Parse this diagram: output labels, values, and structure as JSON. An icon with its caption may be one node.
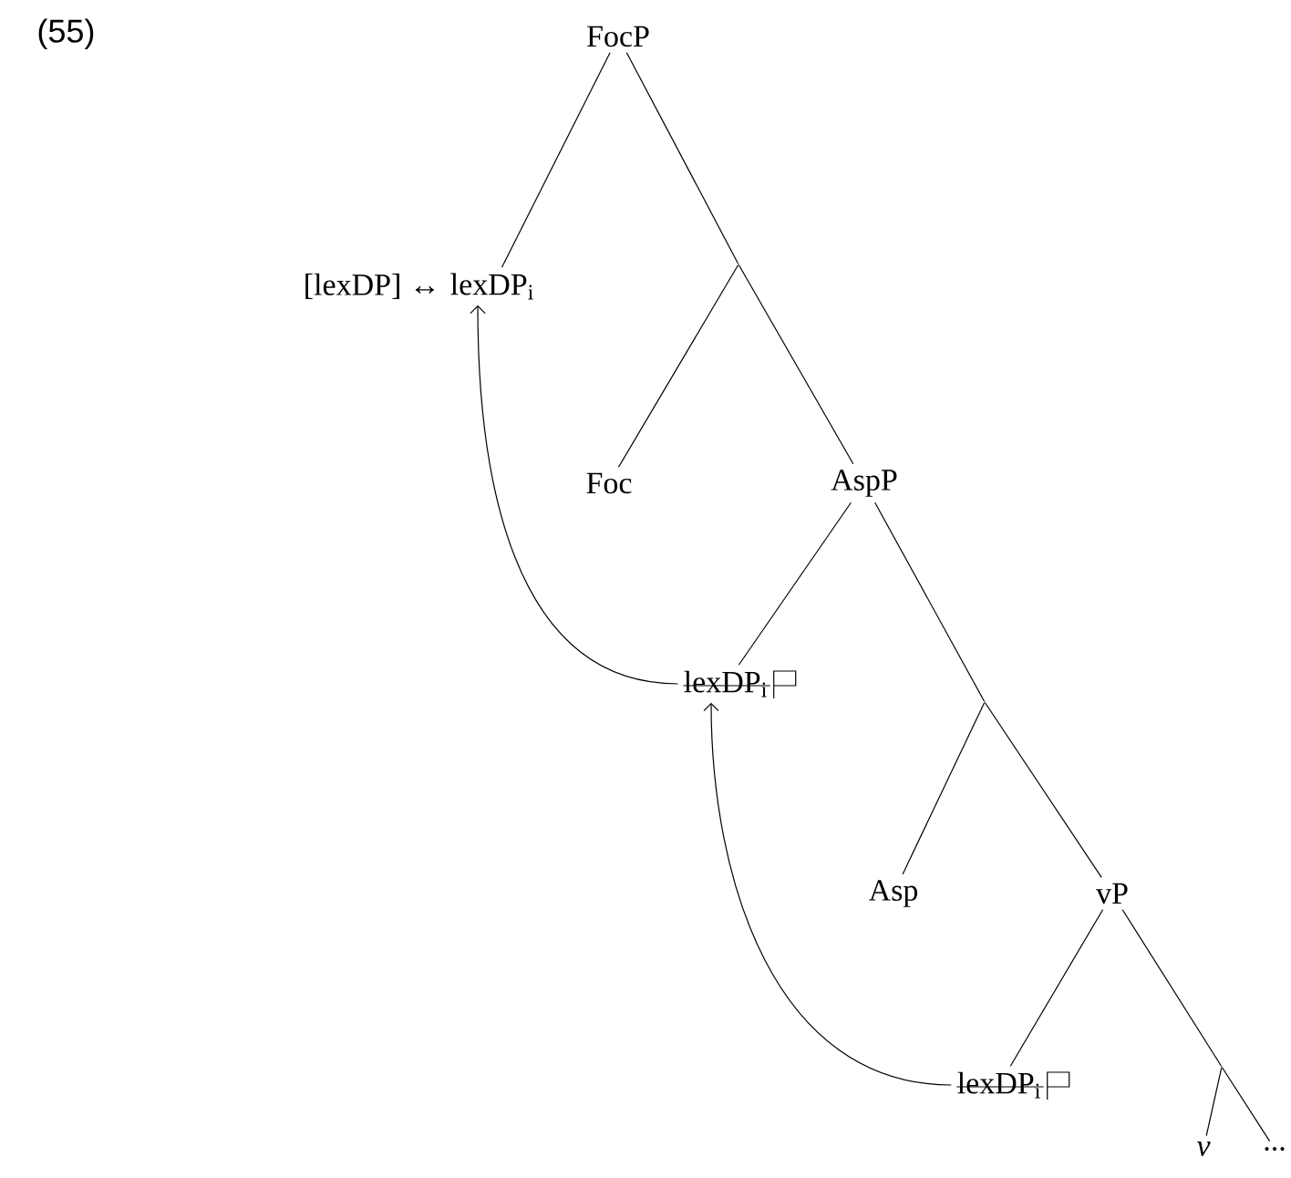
{
  "diagram": {
    "nodes": [
      {
        "text": [
          "FocP"
        ]
      },
      {
        "text": [
          "lexDP$_{i}$"
        ],
        "beside": [
          "[lexDP] ↔"
        ]
      },
      {
        "text": [],
        "shape": "point"
      },
      {
        "text": [
          "Foc"
        ]
      },
      {
        "text": [
          "AspP"
        ]
      },
      {
        "text": [
          "lexDP$_{i}$"
        ]
      },
      {
        "text": [],
        "shape": "point"
      },
      {
        "text": [
          "Asp"
        ]
      },
      {
        "text": [
          "vP"
        ]
      },
      {
        "text": [
          "lexDP$_{i}$"
        ]
      },
      {
        "text": [],
        "shape": "point"
      },
      {
        "text": [
          "v"
        ]
      },
      {
        "text": [
          "..."
        ]
      }
    ],
    "edges": [
      {
        "from": 0,
        "to": 1,
        "arrow": "none"
      },
      {
        "from": 0,
        "to": 2,
        "arrow": "none"
      },
      {
        "from": 2,
        "to": 3,
        "arrow": "none"
      },
      {
        "from": 2,
        "to": 4,
        "arrow": "none"
      },
      {
        "from": 4,
        "to": 5,
        "arrow": "none"
      },
      {
        "from": 4,
        "to": 6,
        "arrow": "none"
      },
      {
        "from": 6,
        "to": 7,
        "arrow": "none"
      },
      {
        "from": 6,
        "to": 8,
        "arrow": "none"
      },
      {
        "from": 8,
        "to": 9,
        "arrow": "none"
      },
      {
        "from": 8,
        "to": 10,
        "arrow": "none"
      },
      {
        "from": 10,
        "to": 11,
        "arrow": "none"
      },
      {
        "from": 10,
        "to": 12,
        "arrow": "none"
      },
      {
        "from": 9,
        "to": 5,
        "arrow": "to"
      },
      {
        "from": 5,
        "to": 1,
        "arrow": "to"
      }
    ],
    "labels": [
      "(55)"
    ]
  }
}
